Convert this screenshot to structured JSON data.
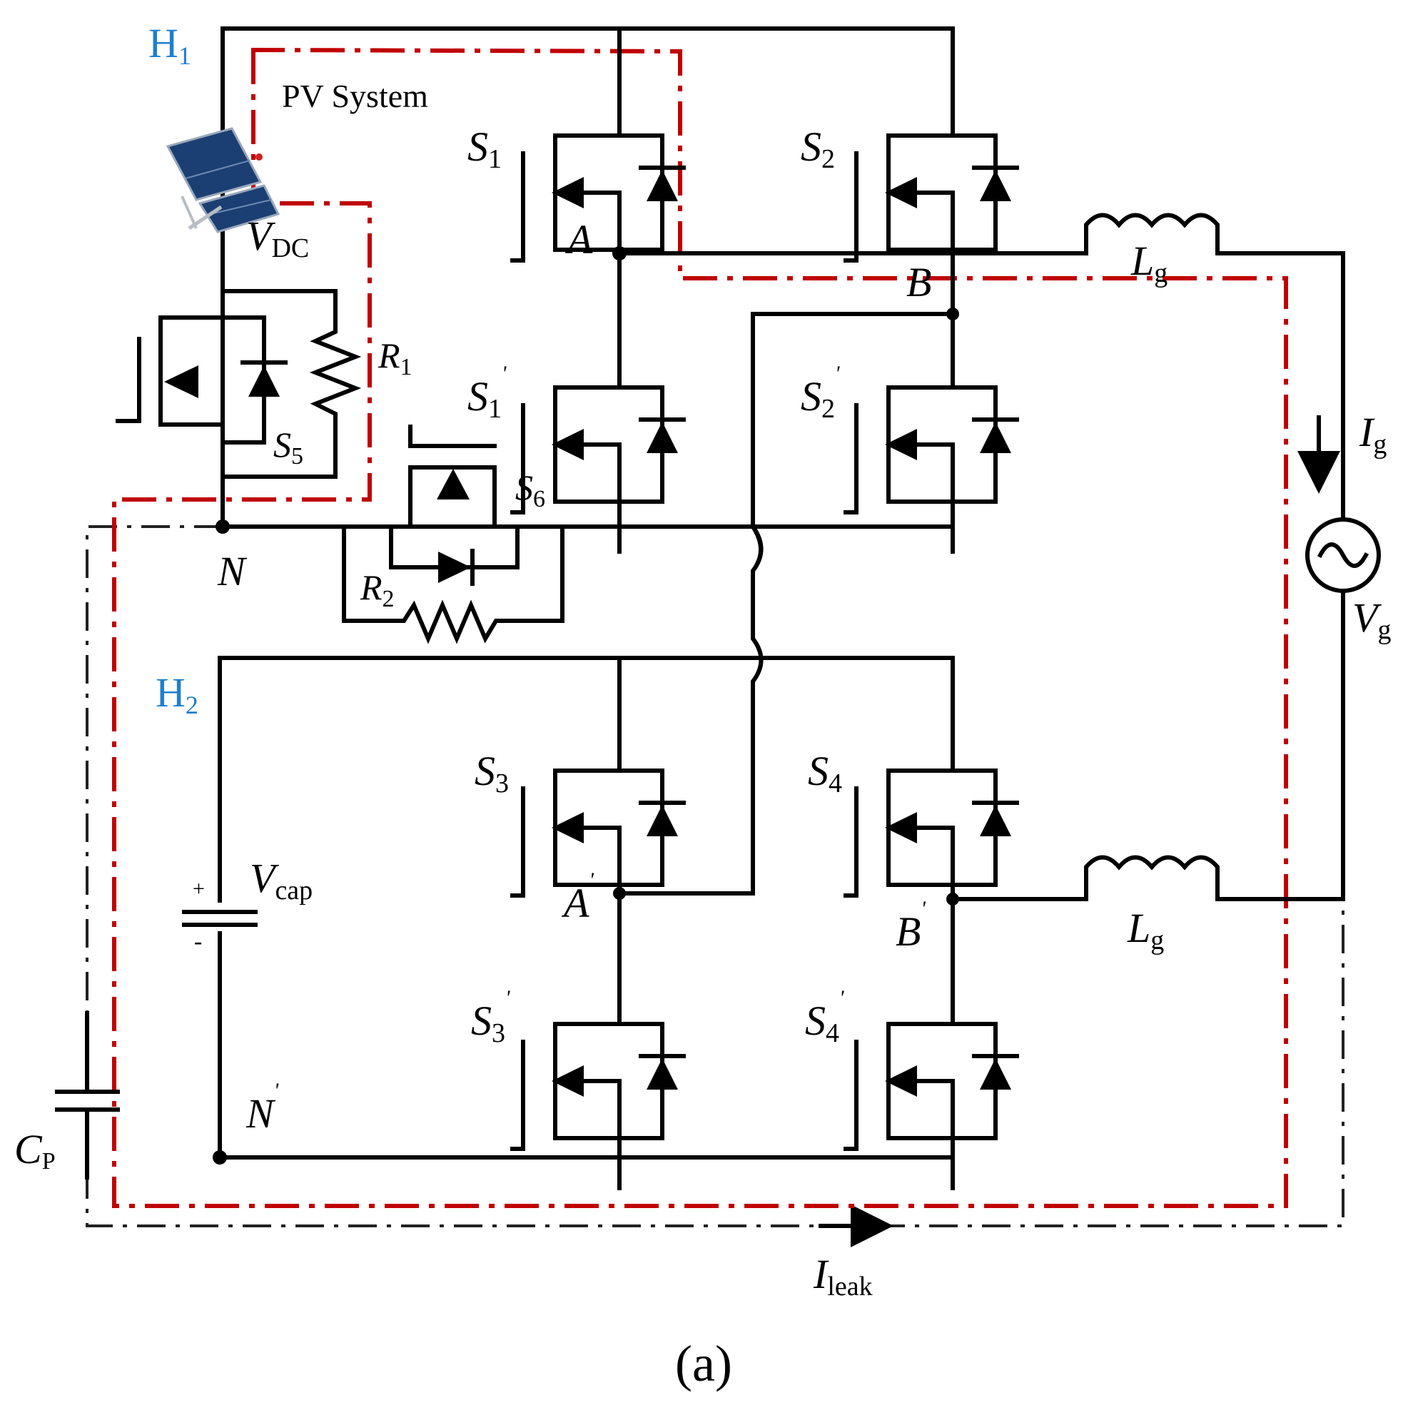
{
  "labels": {
    "h1": {
      "main": "H",
      "sub": "1"
    },
    "h2": {
      "main": "H",
      "sub": "2"
    },
    "pv_system": "PV System",
    "vdc": {
      "main": "V",
      "sub": "DC"
    },
    "s1": {
      "main": "S",
      "sub": "1"
    },
    "s2": {
      "main": "S",
      "sub": "2"
    },
    "s1p": {
      "main": "S",
      "sub": "1",
      "prime": "'"
    },
    "s2p": {
      "main": "S",
      "sub": "2",
      "prime": "'"
    },
    "s3": {
      "main": "S",
      "sub": "3"
    },
    "s4": {
      "main": "S",
      "sub": "4"
    },
    "s3p": {
      "main": "S",
      "sub": "3",
      "prime": "'"
    },
    "s4p": {
      "main": "S",
      "sub": "4",
      "prime": "'"
    },
    "s5": {
      "main": "S",
      "sub": "5"
    },
    "s6": {
      "main": "S",
      "sub": "6"
    },
    "r1": {
      "main": "R",
      "sub": "1"
    },
    "r2": {
      "main": "R",
      "sub": "2"
    },
    "node_a": "A",
    "node_b": "B",
    "node_ap": {
      "main": "A",
      "prime": "'"
    },
    "node_bp": {
      "main": "B",
      "prime": "'"
    },
    "node_n": "N",
    "node_np": {
      "main": "N",
      "prime": "'"
    },
    "lg_top": {
      "main": "L",
      "sub": "g"
    },
    "lg_bottom": {
      "main": "L",
      "sub": "g"
    },
    "ig": {
      "main": "I",
      "sub": "g"
    },
    "vg": {
      "main": "V",
      "sub": "g"
    },
    "vcap": {
      "main": "V",
      "sub": "cap"
    },
    "vcap_plus": "+",
    "vcap_minus": "-",
    "cp": {
      "main": "C",
      "sub": "P"
    },
    "ileak": {
      "main": "I",
      "sub": "leak"
    },
    "caption": "(a)"
  },
  "colors": {
    "wire": "#000000",
    "ground_loop": "#c00000",
    "leakage_loop": "#222222",
    "block_label": "#1e7fd1"
  }
}
